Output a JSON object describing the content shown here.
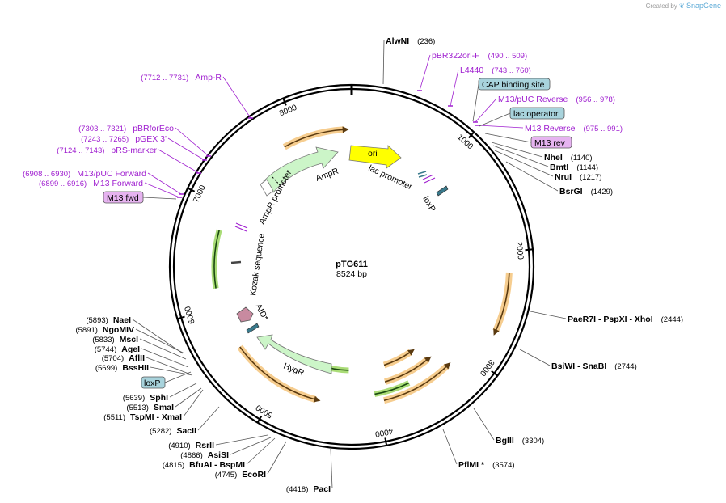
{
  "credit": {
    "text": "Created by",
    "brand": "SnapGene"
  },
  "plasmid": {
    "name": "pTG611",
    "length_label": "8524 bp"
  },
  "ticks": [
    "1000",
    "2000",
    "3000",
    "4000",
    "5000",
    "6000",
    "7000",
    "8000"
  ],
  "enzymes": [
    {
      "id": "alwni",
      "name": "AlwNI",
      "pos": "(236)"
    },
    {
      "id": "nhei",
      "name": "NheI",
      "pos": "(1140)"
    },
    {
      "id": "bmti",
      "name": "BmtI",
      "pos": "(1144)"
    },
    {
      "id": "nrui",
      "name": "NruI",
      "pos": "(1217)"
    },
    {
      "id": "bsrgi",
      "name": "BsrGI",
      "pos": "(1429)"
    },
    {
      "id": "xhoi",
      "name": "PaeR7I  - PspXI  - XhoI",
      "pos": "(2444)"
    },
    {
      "id": "snabi",
      "name": "BsiWI  - SnaBI",
      "pos": "(2744)"
    },
    {
      "id": "bglii",
      "name": "BglII",
      "pos": "(3304)"
    },
    {
      "id": "pflmi",
      "name": "PflMI *",
      "pos": "(3574)"
    },
    {
      "id": "paci",
      "name": "PacI",
      "pos": "(4418)"
    },
    {
      "id": "ecori",
      "name": "EcoRI",
      "pos": "(4745)"
    },
    {
      "id": "bspmi",
      "name": "BfuAI  - BspMI",
      "pos": "(4815)"
    },
    {
      "id": "asisi",
      "name": "AsiSI",
      "pos": "(4866)"
    },
    {
      "id": "rsrii",
      "name": "RsrII",
      "pos": "(4910)"
    },
    {
      "id": "sacii",
      "name": "SacII",
      "pos": "(5282)"
    },
    {
      "id": "xmai",
      "name": "TspMI  - XmaI",
      "pos": "(5511)"
    },
    {
      "id": "smai",
      "name": "SmaI",
      "pos": "(5513)"
    },
    {
      "id": "sphi",
      "name": "SphI",
      "pos": "(5639)"
    },
    {
      "id": "bsshii",
      "name": "BssHII",
      "pos": "(5699)"
    },
    {
      "id": "aflii",
      "name": "AflII",
      "pos": "(5704)"
    },
    {
      "id": "agei",
      "name": "AgeI",
      "pos": "(5744)"
    },
    {
      "id": "msci",
      "name": "MscI",
      "pos": "(5833)"
    },
    {
      "id": "ngomiv",
      "name": "NgoMIV",
      "pos": "(5891)"
    },
    {
      "id": "naei",
      "name": "NaeI",
      "pos": "(5893)"
    }
  ],
  "features": [
    {
      "id": "pbr322ori-f",
      "name": "pBR322ori-F",
      "range": "(490 .. 509)"
    },
    {
      "id": "l4440",
      "name": "L4440",
      "range": "(743 .. 760)"
    },
    {
      "id": "m13-puc-reverse",
      "name": "M13/pUC Reverse",
      "range": "(956 .. 978)"
    },
    {
      "id": "m13-reverse",
      "name": "M13 Reverse",
      "range": "(975 .. 991)"
    },
    {
      "id": "amp-r",
      "name": "Amp-R",
      "range": "(7712 .. 7731)"
    },
    {
      "id": "pbrforeco",
      "name": "pBRforEco",
      "range": "(7303 .. 7321)"
    },
    {
      "id": "pgex3",
      "name": "pGEX 3'",
      "range": "(7243 .. 7265)"
    },
    {
      "id": "prs-marker",
      "name": "pRS-marker",
      "range": "(7124 .. 7143)"
    },
    {
      "id": "m13-puc-forward",
      "name": "M13/pUC Forward",
      "range": "(6908 .. 6930)"
    },
    {
      "id": "m13-forward",
      "name": "M13 Forward",
      "range": "(6899 .. 6916)"
    }
  ],
  "boxes": [
    {
      "id": "cap-binding-site",
      "label": "CAP binding site",
      "color": "#a8d3dc"
    },
    {
      "id": "lac-operator",
      "label": "lac operator",
      "color": "#a8d3dc"
    },
    {
      "id": "m13-rev",
      "label": "M13 rev",
      "color": "#e6b3f0"
    },
    {
      "id": "m13-fwd",
      "label": "M13 fwd",
      "color": "#e6b3f0"
    },
    {
      "id": "loxp-box",
      "label": "loxP",
      "color": "#a8d3dc"
    }
  ],
  "inner_labels": {
    "ori": "ori",
    "lac_promoter": "lac promoter",
    "loxp": "loxP",
    "ampr": "AmpR",
    "ampr_promoter": "AmpR promoter",
    "kozak": "Kozak sequence",
    "aid": "AID*",
    "hygr": "HygR"
  },
  "colors": {
    "ori": "#ffff00",
    "resistance": "#ccf5c8",
    "orf": "#f2b860",
    "green_arrow": "#8ed04a",
    "primer": "#a020d0",
    "loxp": "#3a7a8c",
    "aid": "#c88aa0"
  }
}
